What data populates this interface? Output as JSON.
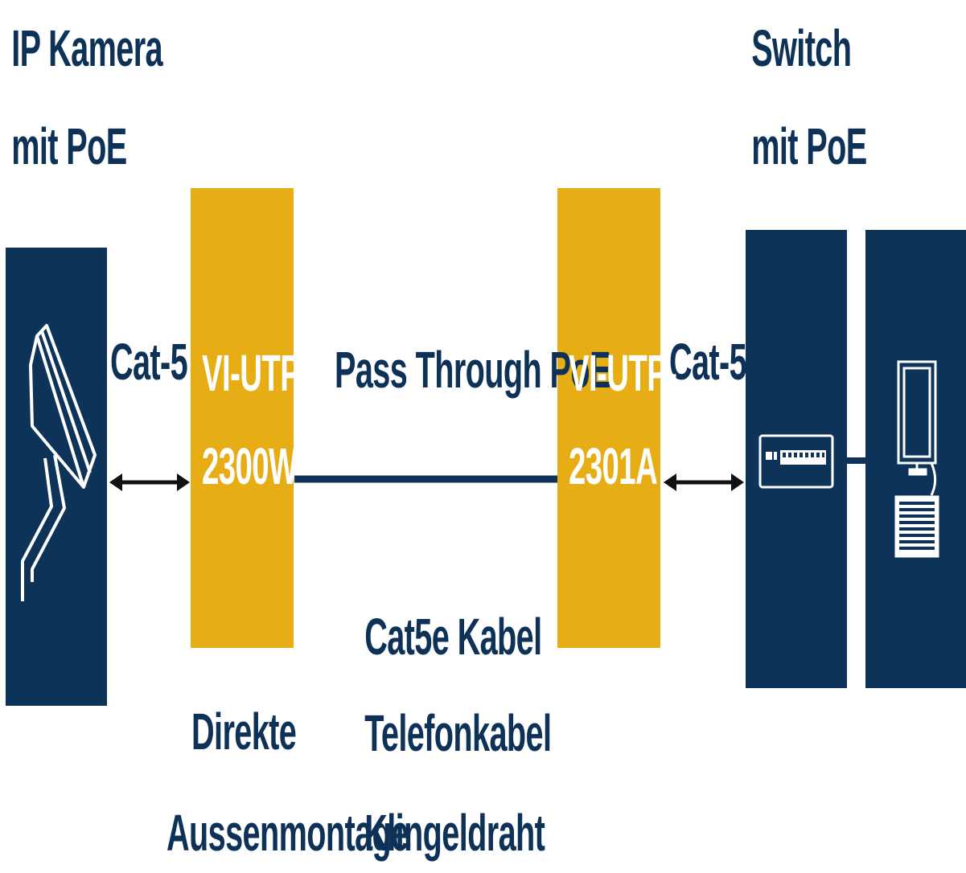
{
  "camera": {
    "title_line1": "IP Kamera",
    "title_line2": "mit PoE"
  },
  "switch": {
    "title_line1": "Switch",
    "title_line2": "mit PoE"
  },
  "links": {
    "left_cable": "Cat-5",
    "right_cable": "Cat-5",
    "middle": "Pass Through PoE"
  },
  "devices": {
    "left": {
      "line1": "VI-UTP-",
      "line2": "2300W"
    },
    "right": {
      "line1": "VI-UTP-",
      "line2": "2301A"
    }
  },
  "cable_types": [
    "Cat5e Kabel",
    "Telefonkabel",
    "Klingeldraht"
  ],
  "mounting": {
    "line1": "Direkte",
    "line2": "Aussenmontage"
  },
  "colors": {
    "navy": "#0e3358",
    "gold": "#e6ad14",
    "text": "#0d3157"
  }
}
